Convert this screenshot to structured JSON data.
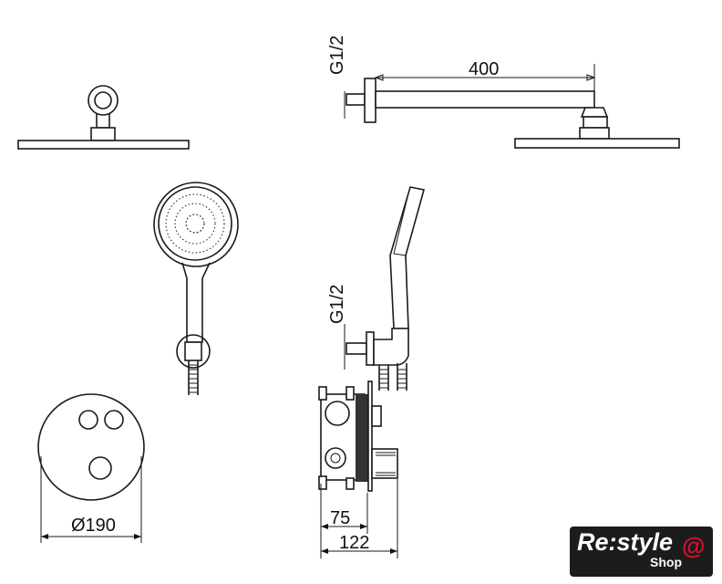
{
  "dimensions": {
    "top_inlet": "G1/2",
    "arm_length": "400",
    "hand_inlet": "G1/2",
    "plate_diameter": "Ø190",
    "box_depth_min": "75",
    "box_depth_max": "122"
  },
  "logo": {
    "main": "Re:style",
    "sub": "Shop",
    "symbol": "@"
  },
  "colors": {
    "line": "#1a1a1a",
    "logo_bg": "#1c1c1c",
    "logo_accent": "#d8102c"
  }
}
